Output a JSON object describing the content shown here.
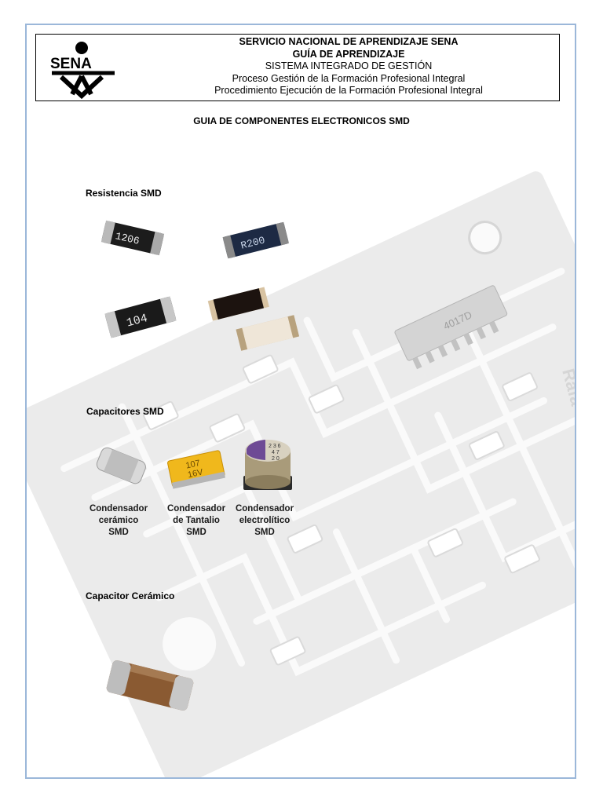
{
  "header": {
    "line1": "SERVICIO NACIONAL DE APRENDIZAJE SENA",
    "line2": "GUÍA DE APRENDIZAJE",
    "line3": "SISTEMA INTEGRADO DE GESTIÓN",
    "line4": "Proceso Gestión de la Formación Profesional Integral",
    "line5": "Procedimiento Ejecución de la Formación Profesional Integral",
    "logo_text": "SENA"
  },
  "doc_title": "GUIA DE COMPONENTES ELECTRONICOS SMD",
  "sections": {
    "resistencia": "Resistencia SMD",
    "capacitores": "Capacitores SMD",
    "ceramico": "Capacitor Cerámico"
  },
  "resistor_markings": [
    "1206",
    "R200",
    "104"
  ],
  "capacitor_captions": [
    {
      "line1": "Condensador",
      "line2": "cerámico",
      "line3": "SMD"
    },
    {
      "line1": "Condensador",
      "line2": "de Tantalio",
      "line3": "SMD"
    },
    {
      "line1": "Condensador",
      "line2": "electrolítico",
      "line3": "SMD"
    }
  ],
  "tantalum_marking": {
    "line1": "107",
    "line2": "16V"
  },
  "electrolytic_marking": {
    "line1": "2 3 6",
    "line2": "4 7",
    "line3": "2 0"
  },
  "pcb": {
    "chip_label": "4017D",
    "board_text": "Rafa"
  },
  "colors": {
    "border": "#9bb7d9",
    "pcb_board": "#e9e9e9",
    "pcb_trace": "#f7f7f7"
  }
}
